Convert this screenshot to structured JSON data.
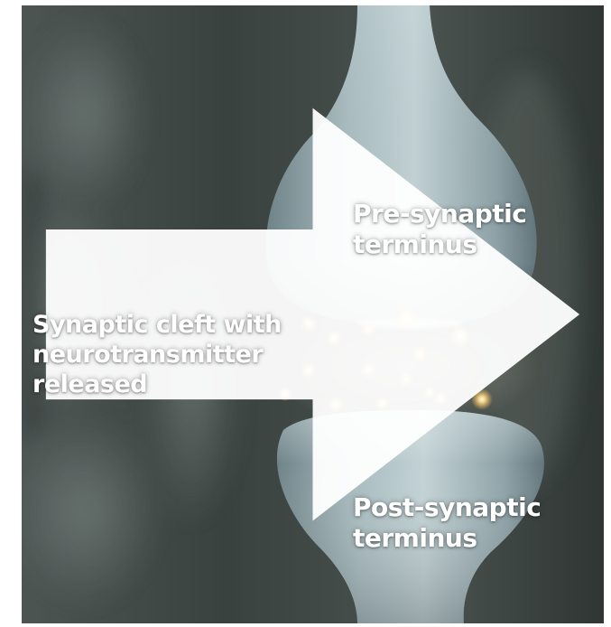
{
  "labels": {
    "pre_synaptic": [
      "Pre-synaptic",
      "terminus"
    ],
    "post_synaptic": [
      "Post-synaptic",
      "terminus"
    ],
    "synaptic_cleft": [
      "Synaptic cleft with",
      "neurotransmitter",
      "released"
    ]
  },
  "colors": {
    "background_blur": "#3e4745",
    "terminal_surface": "#8fa3a8",
    "terminal_highlight": "#c7d6d8",
    "neurotransmitter_glow": "#ffe08a",
    "label_text": "#ffffff"
  },
  "icons": {
    "pointer": "right-arrow-icon"
  }
}
